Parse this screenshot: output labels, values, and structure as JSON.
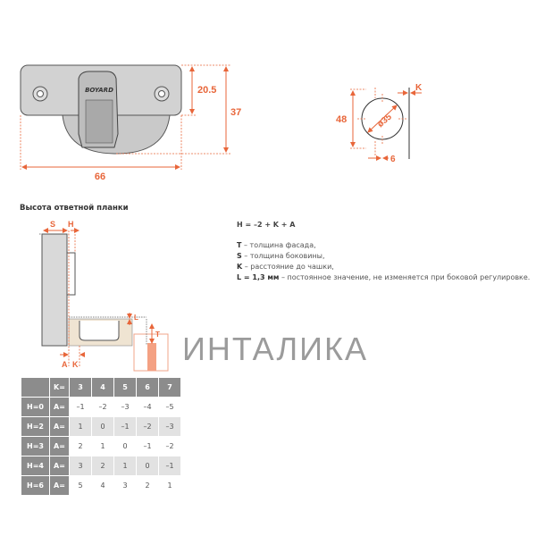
{
  "hinge_plate": {
    "logo_text": "BOYARD",
    "dim_width": "66",
    "dim_plate_height": "20.5",
    "dim_total_height": "37"
  },
  "cup_drawing": {
    "dim_height": "48",
    "dim_diameter": "ø35",
    "dim_offset": "6",
    "dim_k": "K"
  },
  "section_title": "Высота ответной планки",
  "side_drawing": {
    "label_s": "S",
    "label_h": "H",
    "label_l": "L",
    "label_t": "T",
    "label_a": "A",
    "label_k": "K"
  },
  "formula": "H = –2 + K + A",
  "legend": [
    {
      "key": "T",
      "text": " – толщина фасада,"
    },
    {
      "key": "S",
      "text": " – толщина боковины,"
    },
    {
      "key": "K",
      "text": " – расстояние до чашки,"
    },
    {
      "key": "L = 1,3 мм",
      "text": " – постоянное значение, не изменяется при боковой регулировке."
    }
  ],
  "table": {
    "header": [
      "",
      "K=",
      "3",
      "4",
      "5",
      "6",
      "7"
    ],
    "rows": [
      {
        "h": "H=0",
        "a": "A=",
        "values": [
          "–1",
          "–2",
          "–3",
          "–4",
          "–5"
        ]
      },
      {
        "h": "H=2",
        "a": "A=",
        "values": [
          "1",
          "0",
          "–1",
          "–2",
          "–3"
        ]
      },
      {
        "h": "H=3",
        "a": "A=",
        "values": [
          "2",
          "1",
          "0",
          "–1",
          "–2"
        ]
      },
      {
        "h": "H=4",
        "a": "A=",
        "values": [
          "3",
          "2",
          "1",
          "0",
          "–1"
        ]
      },
      {
        "h": "H=6",
        "a": "A=",
        "values": [
          "5",
          "4",
          "3",
          "2",
          "1"
        ]
      }
    ]
  },
  "watermark_logo": "ИНТАЛИКА",
  "colors": {
    "dimension": "#e8663a",
    "table_header": "#8c8c8c",
    "table_alt": "#e2e2e2",
    "door": "#efe4d2",
    "panel": "#d9d9d9"
  }
}
